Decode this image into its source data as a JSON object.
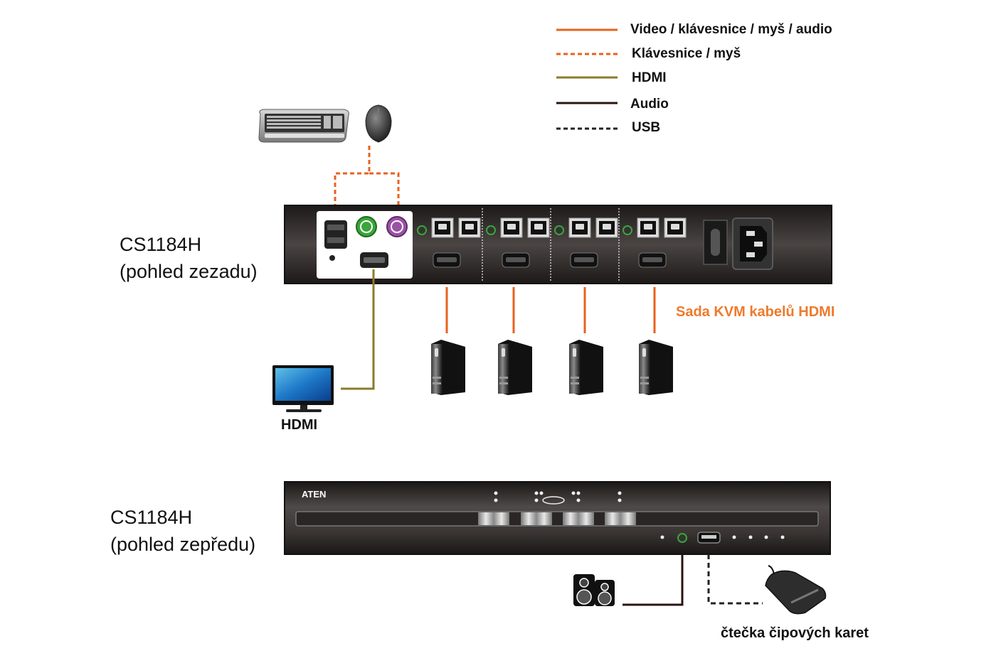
{
  "colors": {
    "video_kb_mouse_audio": "#e8621e",
    "kb_mouse": "#e8621e",
    "hdmi": "#8c7a2a",
    "audio": "#2a1410",
    "usb": "#222222",
    "kit_label": "#ef7a2c",
    "chassis": "#2e2a29"
  },
  "legend": [
    {
      "label": "Video / klávesnice / myš / audio",
      "style": "solid",
      "color_key": "video_kb_mouse_audio"
    },
    {
      "label": "Klávesnice / myš",
      "style": "dashed",
      "color_key": "kb_mouse"
    },
    {
      "label": "HDMI",
      "style": "solid",
      "color_key": "hdmi"
    },
    {
      "label": "Audio",
      "style": "solid",
      "color_key": "audio"
    },
    {
      "label": "USB",
      "style": "dashed",
      "color_key": "usb"
    }
  ],
  "rear_unit": {
    "model": "CS1184H",
    "view": "(pohled zezadu)",
    "port_groups": 4
  },
  "front_unit": {
    "model": "CS1184H",
    "view": "(pohled zepředu)",
    "logo": "ATEN"
  },
  "peripherals": {
    "keyboard": "keyboard",
    "mouse": "mouse",
    "monitor_label": "HDMI",
    "computers": 4,
    "speakers": "speakers",
    "smart_card_reader_label": "čtečka čipových karet"
  },
  "cable_kit_label": "Sada KVM kabelů HDMI"
}
